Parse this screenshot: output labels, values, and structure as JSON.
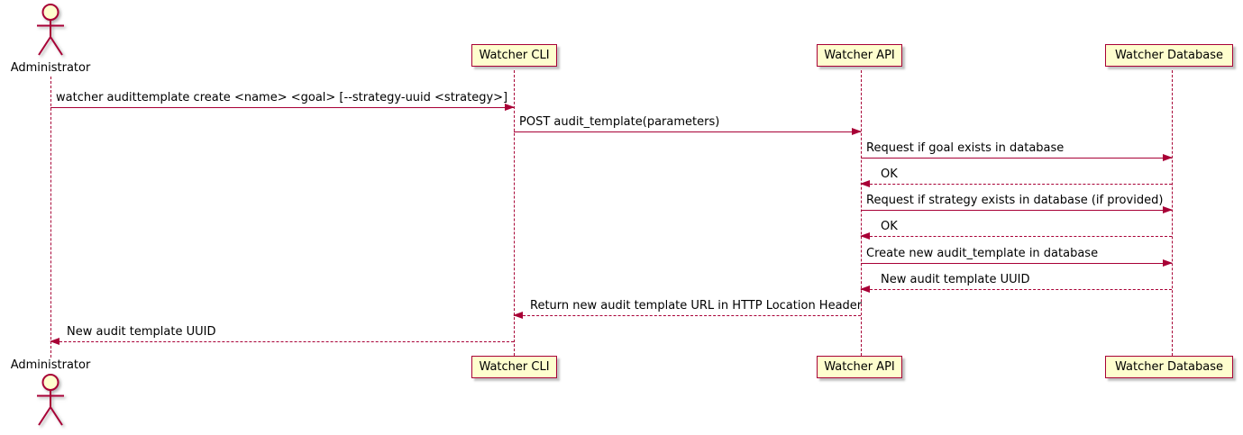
{
  "diagram": {
    "type": "sequence-diagram",
    "actors": {
      "administrator": "Administrator"
    },
    "participants": [
      {
        "name": "Watcher CLI"
      },
      {
        "name": "Watcher API"
      },
      {
        "name": "Watcher Database"
      }
    ],
    "messages": [
      {
        "from": "Administrator",
        "to": "Watcher CLI",
        "label": "watcher audittemplate create <name> <goal> [--strategy-uuid <strategy>]",
        "line": "solid",
        "direction": "right"
      },
      {
        "from": "Watcher CLI",
        "to": "Watcher API",
        "label": "POST audit_template(parameters)",
        "line": "solid",
        "direction": "right"
      },
      {
        "from": "Watcher API",
        "to": "Watcher Database",
        "label": "Request if goal exists in database",
        "line": "solid",
        "direction": "right"
      },
      {
        "from": "Watcher Database",
        "to": "Watcher API",
        "label": "OK",
        "line": "dashed",
        "direction": "left"
      },
      {
        "from": "Watcher API",
        "to": "Watcher Database",
        "label": "Request if strategy exists in database (if provided)",
        "line": "solid",
        "direction": "right"
      },
      {
        "from": "Watcher Database",
        "to": "Watcher API",
        "label": "OK",
        "line": "dashed",
        "direction": "left"
      },
      {
        "from": "Watcher API",
        "to": "Watcher Database",
        "label": "Create new audit_template in database",
        "line": "solid",
        "direction": "right"
      },
      {
        "from": "Watcher Database",
        "to": "Watcher API",
        "label": "New audit template UUID",
        "line": "dashed",
        "direction": "left"
      },
      {
        "from": "Watcher API",
        "to": "Watcher CLI",
        "label": "Return new audit template URL in HTTP Location Header",
        "line": "dashed",
        "direction": "left"
      },
      {
        "from": "Watcher CLI",
        "to": "Administrator",
        "label": "New audit template UUID",
        "line": "dashed",
        "direction": "left"
      }
    ],
    "colors": {
      "participant_fill": "#FEFECE",
      "border": "#A80036",
      "arrow": "#A80036",
      "lifeline": "#A80036",
      "text": "#000000",
      "background": "#FFFFFF"
    }
  }
}
